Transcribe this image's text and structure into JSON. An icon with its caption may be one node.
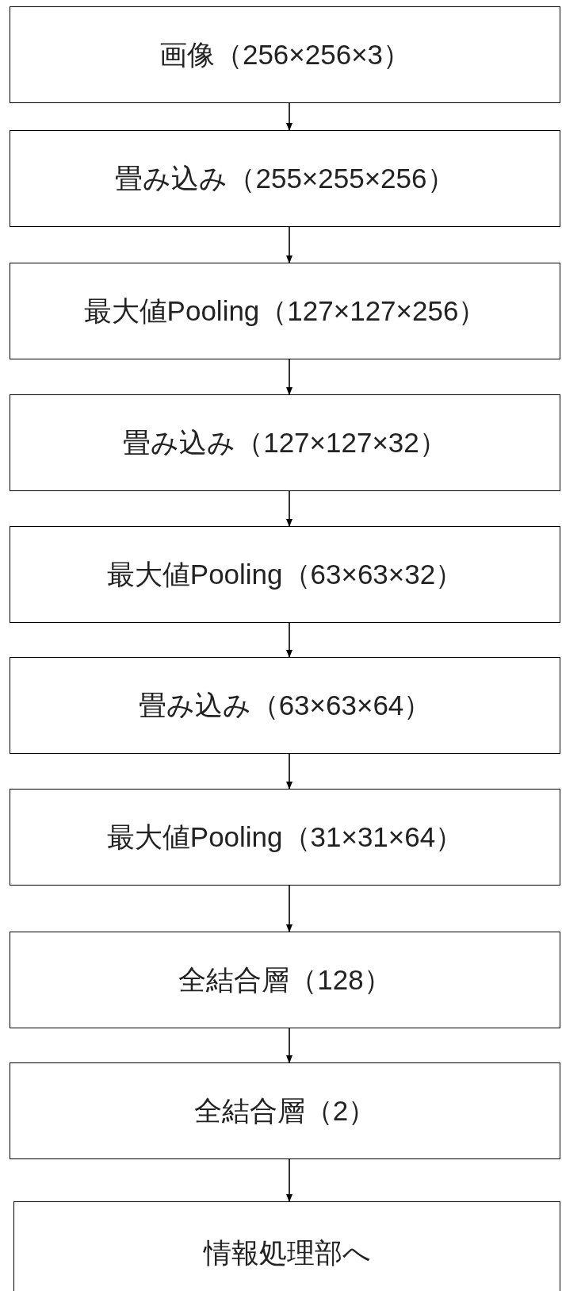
{
  "diagram": {
    "nodes": [
      {
        "text": [
          "画像（256×256×3）"
        ]
      },
      {
        "text": [
          "畳み込み（255×255×256）"
        ]
      },
      {
        "text": [
          "最大値Pooling（127×127×256）"
        ]
      },
      {
        "text": [
          "畳み込み（127×127×32）"
        ]
      },
      {
        "text": [
          "最大値Pooling（63×63×32）"
        ]
      },
      {
        "text": [
          "畳み込み（63×63×64）"
        ]
      },
      {
        "text": [
          "最大値Pooling（31×31×64）"
        ]
      },
      {
        "text": [
          "全結合層（128）"
        ]
      },
      {
        "text": [
          "全結合層（2）"
        ]
      },
      {
        "text": [
          "情報処理部へ"
        ]
      }
    ],
    "edges": [
      {
        "from": 0,
        "to": 1,
        "arrow": "to"
      },
      {
        "from": 1,
        "to": 2,
        "arrow": "to"
      },
      {
        "from": 2,
        "to": 3,
        "arrow": "to"
      },
      {
        "from": 3,
        "to": 4,
        "arrow": "to"
      },
      {
        "from": 4,
        "to": 5,
        "arrow": "to"
      },
      {
        "from": 5,
        "to": 6,
        "arrow": "to"
      },
      {
        "from": 6,
        "to": 7,
        "arrow": "to"
      },
      {
        "from": 7,
        "to": 8,
        "arrow": "to"
      },
      {
        "from": 8,
        "to": 9,
        "arrow": "to"
      }
    ]
  }
}
